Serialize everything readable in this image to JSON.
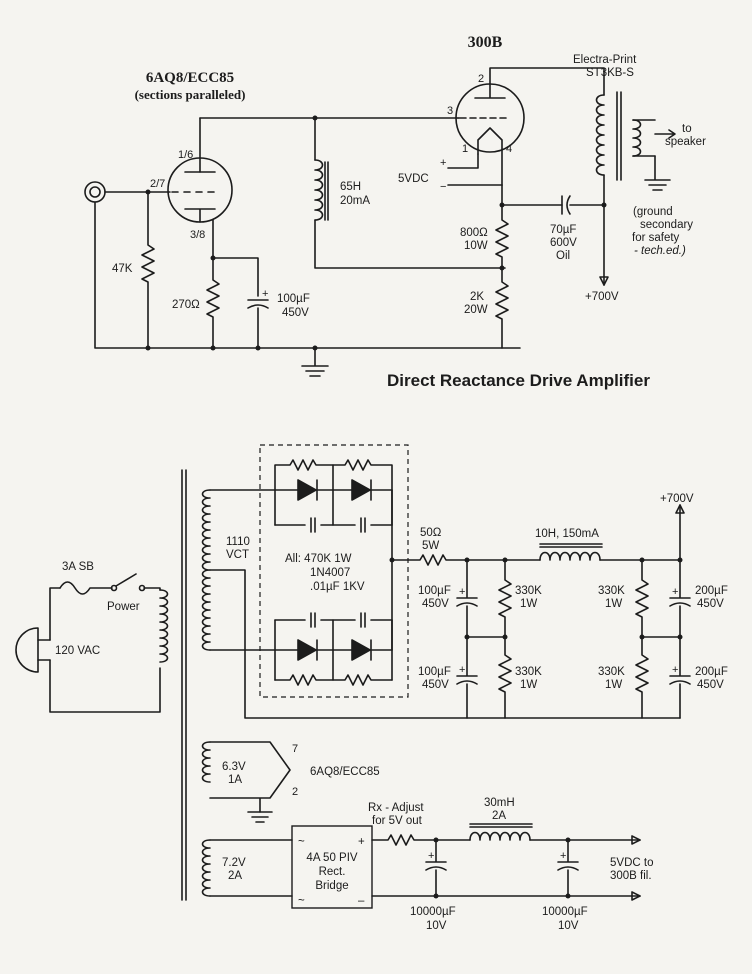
{
  "upper": {
    "title": "Direct Reactance Drive Amplifier",
    "driver_tube": "6AQ8/ECC85",
    "driver_note": "(sections paralleled)",
    "driver_pins": {
      "plate": "1/6",
      "grid": "2/7",
      "cathode": "3/8"
    },
    "output_tube": "300B",
    "output_pins": {
      "plate": "2",
      "grid": "3",
      "fil1": "1",
      "fil2": "4"
    },
    "output_transformer": [
      "Electra-Print",
      "ST3KB-S"
    ],
    "speaker": [
      "to",
      "speaker"
    ],
    "secondary_note": [
      "(ground",
      "secondary",
      "for safety",
      "- tech.ed.)"
    ],
    "grid_resistor": "47K",
    "cathode_resistor": "270Ω",
    "cathode_cap": [
      "100µF",
      "450V"
    ],
    "choke": [
      "65H",
      "20mA"
    ],
    "fil_supply": "5VDC",
    "r_800": [
      "800Ω",
      "10W"
    ],
    "r_2k": [
      "2K",
      "20W"
    ],
    "coupling_cap": [
      "70µF",
      "600V",
      "Oil"
    ],
    "b_plus": "+700V"
  },
  "lower": {
    "mains": "120 VAC",
    "fuse": "3A SB",
    "switch": "Power",
    "hv_winding": [
      "1110",
      "VCT"
    ],
    "rectifier_note": [
      "All: 470K 1W",
      "1N4007",
      ".01µF 1KV"
    ],
    "r_50": [
      "50Ω",
      "5W"
    ],
    "choke_10h": "10H, 150mA",
    "b_plus_out": "+700V",
    "cap_100a": [
      "100µF",
      "450V"
    ],
    "cap_100b": [
      "100µF",
      "450V"
    ],
    "r330_a": [
      "330K",
      "1W"
    ],
    "r330_b": [
      "330K",
      "1W"
    ],
    "r330_c": [
      "330K",
      "1W"
    ],
    "r330_d": [
      "330K",
      "1W"
    ],
    "cap_200a": [
      "200µF",
      "450V"
    ],
    "cap_200b": [
      "200µF",
      "450V"
    ],
    "heater_winding": [
      "6.3V",
      "1A"
    ],
    "heater_pins": {
      "a": "7",
      "b": "2"
    },
    "heater_tube": "6AQ8/ECC85",
    "fil_winding": [
      "7.2V",
      "2A"
    ],
    "bridge": [
      "4A 50 PIV",
      "Rect.",
      "Bridge"
    ],
    "bridge_signs": {
      "ac": "~",
      "plus": "+",
      "minus": "–"
    },
    "rx_note": [
      "Rx - Adjust",
      "for 5V out"
    ],
    "choke_30mh": [
      "30mH",
      "2A"
    ],
    "cap_10000a": [
      "10000µF",
      "10V"
    ],
    "cap_10000b": [
      "10000µF",
      "10V"
    ],
    "fil_out": [
      "5VDC to",
      "300B fil."
    ]
  }
}
